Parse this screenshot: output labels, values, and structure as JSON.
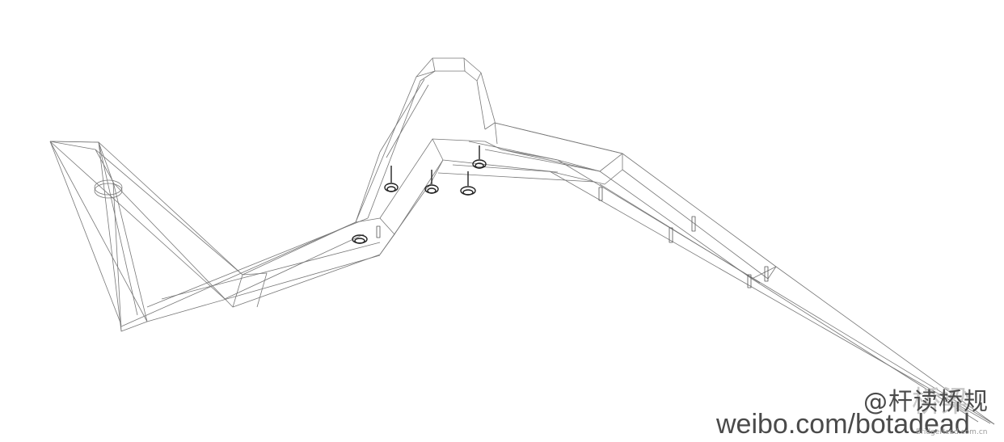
{
  "watermark": {
    "handle": "@杆读桥规",
    "url": "weibo.com/botadead",
    "seal": "桥梁",
    "small": "BridgeHead.com.cn"
  },
  "colors": {
    "line": "#6e6e6e",
    "dark": "#2b2b2b",
    "background": "#ffffff"
  }
}
